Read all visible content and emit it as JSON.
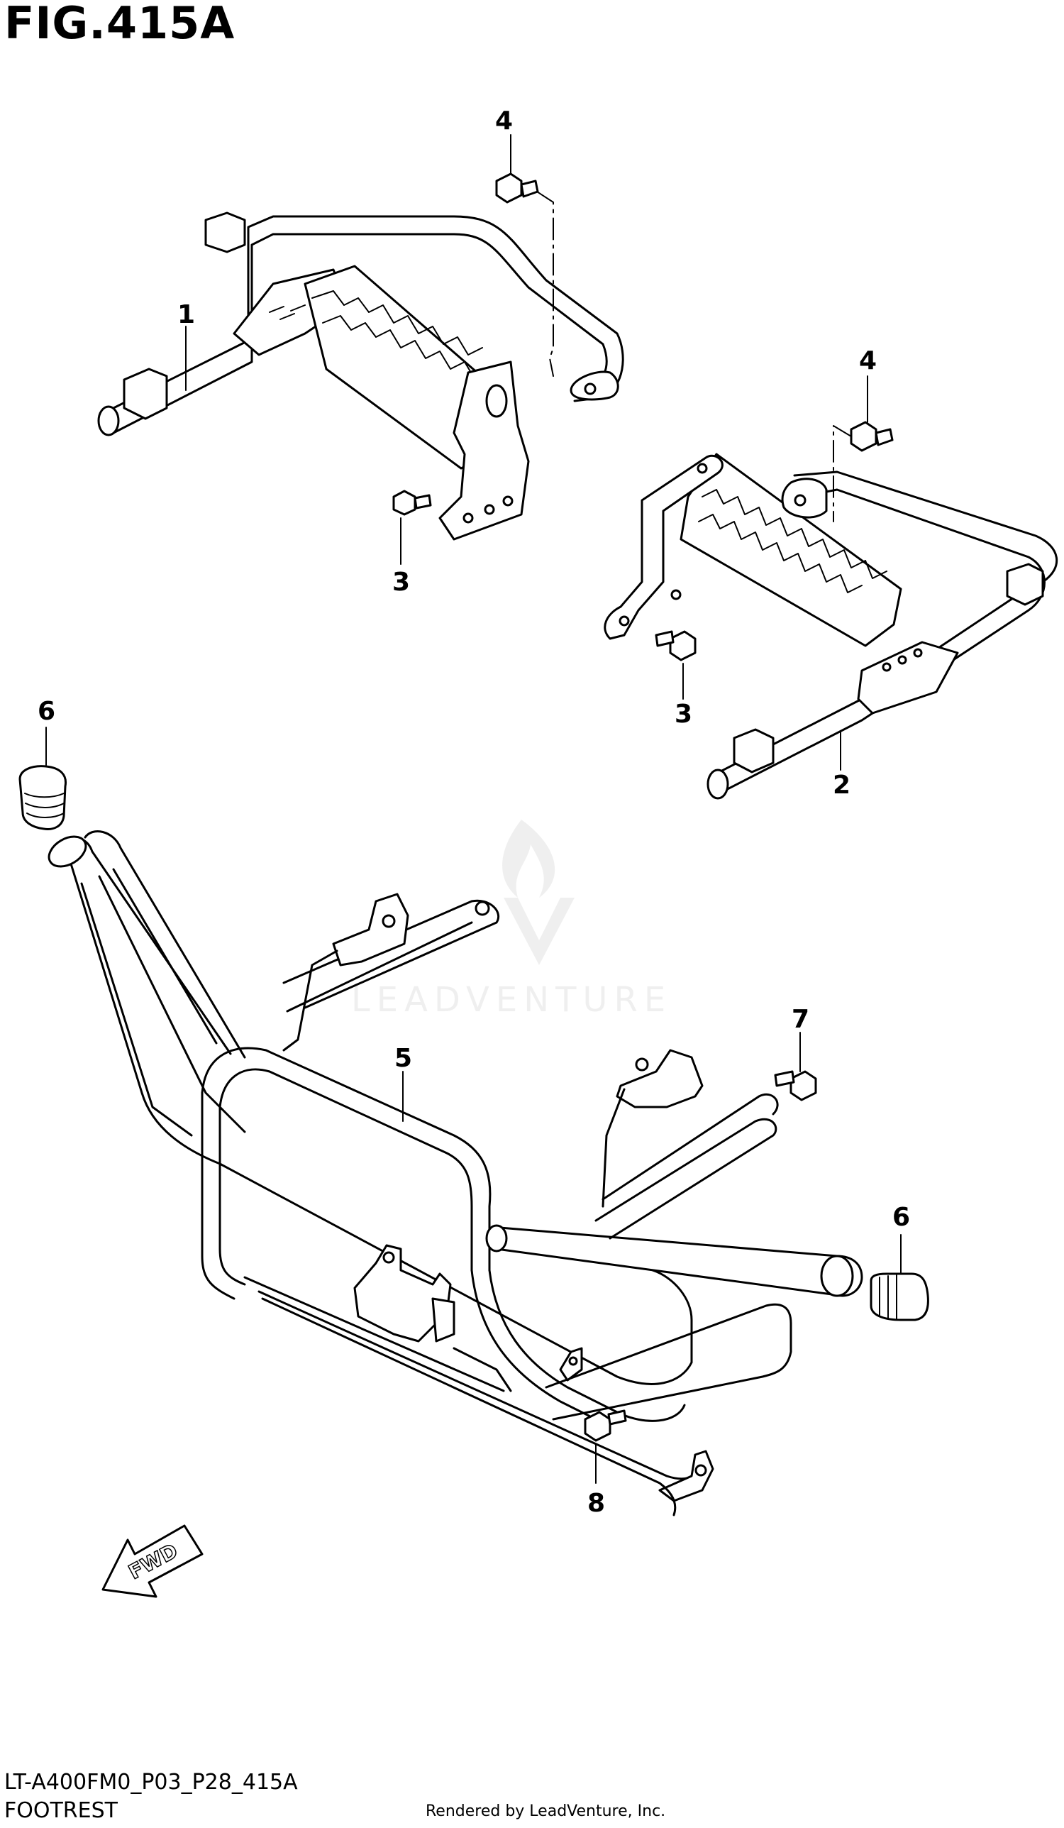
{
  "figure": {
    "title": "FIG.415A",
    "code": "LT-A400FM0_P03_P28_415A",
    "name": "FOOTREST",
    "credit": "Rendered by LeadVenture, Inc.",
    "watermark": "LEADVENTURE"
  },
  "callouts": [
    {
      "id": "c1",
      "number": "1"
    },
    {
      "id": "c2",
      "number": "2"
    },
    {
      "id": "c3a",
      "number": "3"
    },
    {
      "id": "c3b",
      "number": "3"
    },
    {
      "id": "c4a",
      "number": "4"
    },
    {
      "id": "c4b",
      "number": "4"
    },
    {
      "id": "c5",
      "number": "5"
    },
    {
      "id": "c6a",
      "number": "6"
    },
    {
      "id": "c6b",
      "number": "6"
    },
    {
      "id": "c7",
      "number": "7"
    },
    {
      "id": "c8",
      "number": "8"
    }
  ],
  "fwd_arrow": {
    "label": "FWD"
  },
  "colors": {
    "line": "#000000",
    "watermark": "#e6e6e6"
  }
}
